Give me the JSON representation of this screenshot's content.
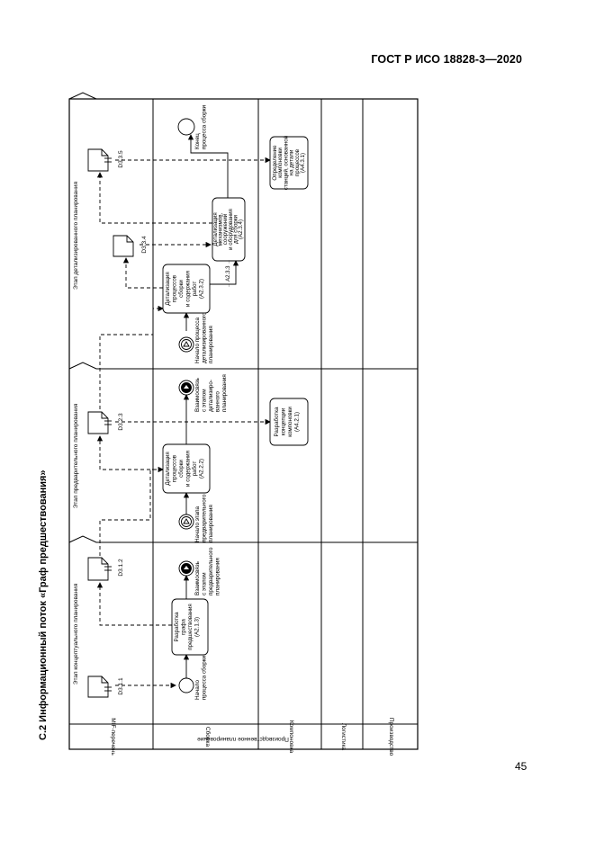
{
  "header": {
    "standard": "ГОСТ Р ИСО 18828-3—2020"
  },
  "caption": "С.2 Информационный поток «Граф предшествования»",
  "page_number": "45",
  "pool_label": "Производственное планирование",
  "lanes": [
    "MIF-перечень",
    "Сборка",
    "Компоновка",
    "Логистика",
    "Производство"
  ],
  "stages": [
    "Этап концептуального планирования",
    "Этап предварительного планирования",
    "Этап детализированного планирования"
  ],
  "documents": {
    "d311": "D3.1.1",
    "d312": "D3.1.2",
    "d323": "D3.2.3",
    "d334": "D3.3.4",
    "d335": "D3.3.5"
  },
  "events": {
    "start1": [
      "Начало",
      "процесса сборки"
    ],
    "end1": [
      "Взаимосвязь",
      "с этапом",
      "предварительного",
      "планирования"
    ],
    "start2": [
      "Начало этапа",
      "предварительного",
      "планирования"
    ],
    "end2": [
      "Взаимосвязь",
      "с этапом",
      "детализиро-",
      "ванного",
      "планирования"
    ],
    "start3": [
      "Начало процесса",
      "детализированного",
      "планирования"
    ],
    "end3": [
      "Конец",
      "процесса сборки"
    ]
  },
  "tasks": {
    "a213": [
      "Разработка",
      "графа",
      "предшествования",
      "(A2.1.3)"
    ],
    "a222": [
      "Детализация",
      "процессов",
      "сборки",
      "и содержания",
      "работ",
      "(A2.2.2)"
    ],
    "a232": [
      "Детализация",
      "процессов",
      "сборки",
      "и содержания",
      "работ",
      "(A2.3.2)"
    ],
    "a2333": "→ A2.3.3 →",
    "a234": [
      "Детализация",
      "механизмов,",
      "сооружений",
      "и оборудования",
      "для сборки",
      "(A2.3.4)"
    ],
    "a421": [
      "Разработка",
      "концепции",
      "компоновки",
      "(A4.2.1)"
    ],
    "a431": [
      "Определение",
      "компоновки",
      "станций, основанной",
      "на детали",
      "процессов",
      "(A4.3.1)"
    ]
  }
}
